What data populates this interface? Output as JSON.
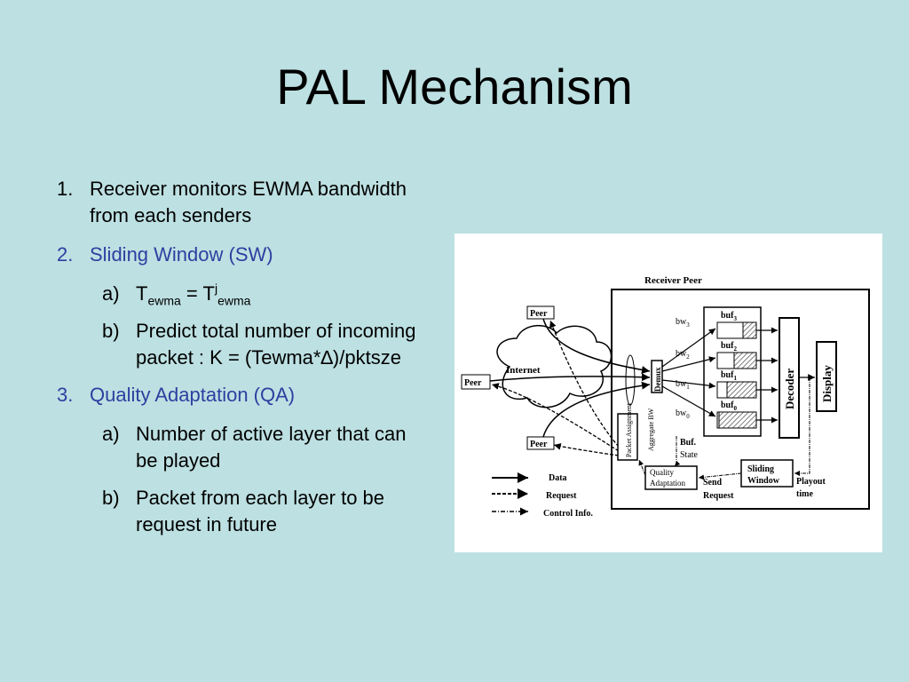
{
  "slide": {
    "title": "PAL Mechanism",
    "colors": {
      "background": "#bde0e2",
      "accent": "#2e3fa0"
    },
    "items": [
      {
        "num": "1.",
        "text": "Receiver monitors EWMA bandwidth from each senders",
        "color": "black"
      },
      {
        "num": "2.",
        "text": "Sliding Window (SW)",
        "color": "blue"
      },
      {
        "num": "3.",
        "text": "Quality Adaptation (QA)",
        "color": "blue"
      }
    ],
    "sw_sub": [
      {
        "letter": "a)",
        "t1": "T",
        "s1": "ewma",
        "eq": " = T",
        "sup": "j",
        "s2": "ewma"
      },
      {
        "letter": "b)",
        "text": "Predict total number of incoming packet : K = (Tewma*∆)/pktsze"
      }
    ],
    "qa_sub": [
      {
        "letter": "a)",
        "text": "Number of active layer that can be played"
      },
      {
        "letter": "b)",
        "text": "Packet from each layer to be request in future"
      }
    ]
  },
  "diagram": {
    "receiver_peer": "Receiver Peer",
    "peer_top": "Peer",
    "peer_left": "Peer",
    "peer_bottom": "Peer",
    "internet": "Internet",
    "demux": "Demux",
    "packet_assignment": "Packet Assignment",
    "aggregate_bw": "Aggregate BW",
    "bw": [
      "bw",
      "bw",
      "bw",
      "bw"
    ],
    "bw_sub": [
      "3",
      "2",
      "1",
      "0"
    ],
    "buf": [
      "buf",
      "buf",
      "buf",
      "buf"
    ],
    "buf_sub": [
      "3",
      "2",
      "1",
      "0"
    ],
    "decoder": "Decoder",
    "display": "Display",
    "buf_state_1": "Buf.",
    "buf_state_2": "State",
    "quality_adaptation_1": "Quality",
    "quality_adaptation_2": "Adaptation",
    "sliding_window_1": "Sliding",
    "sliding_window_2": "Window",
    "send_request_1": "Send",
    "send_request_2": "Request",
    "playout_1": "Playout",
    "playout_2": "time",
    "legend_data": "Data",
    "legend_request": "Request",
    "legend_control": "Control Info."
  }
}
